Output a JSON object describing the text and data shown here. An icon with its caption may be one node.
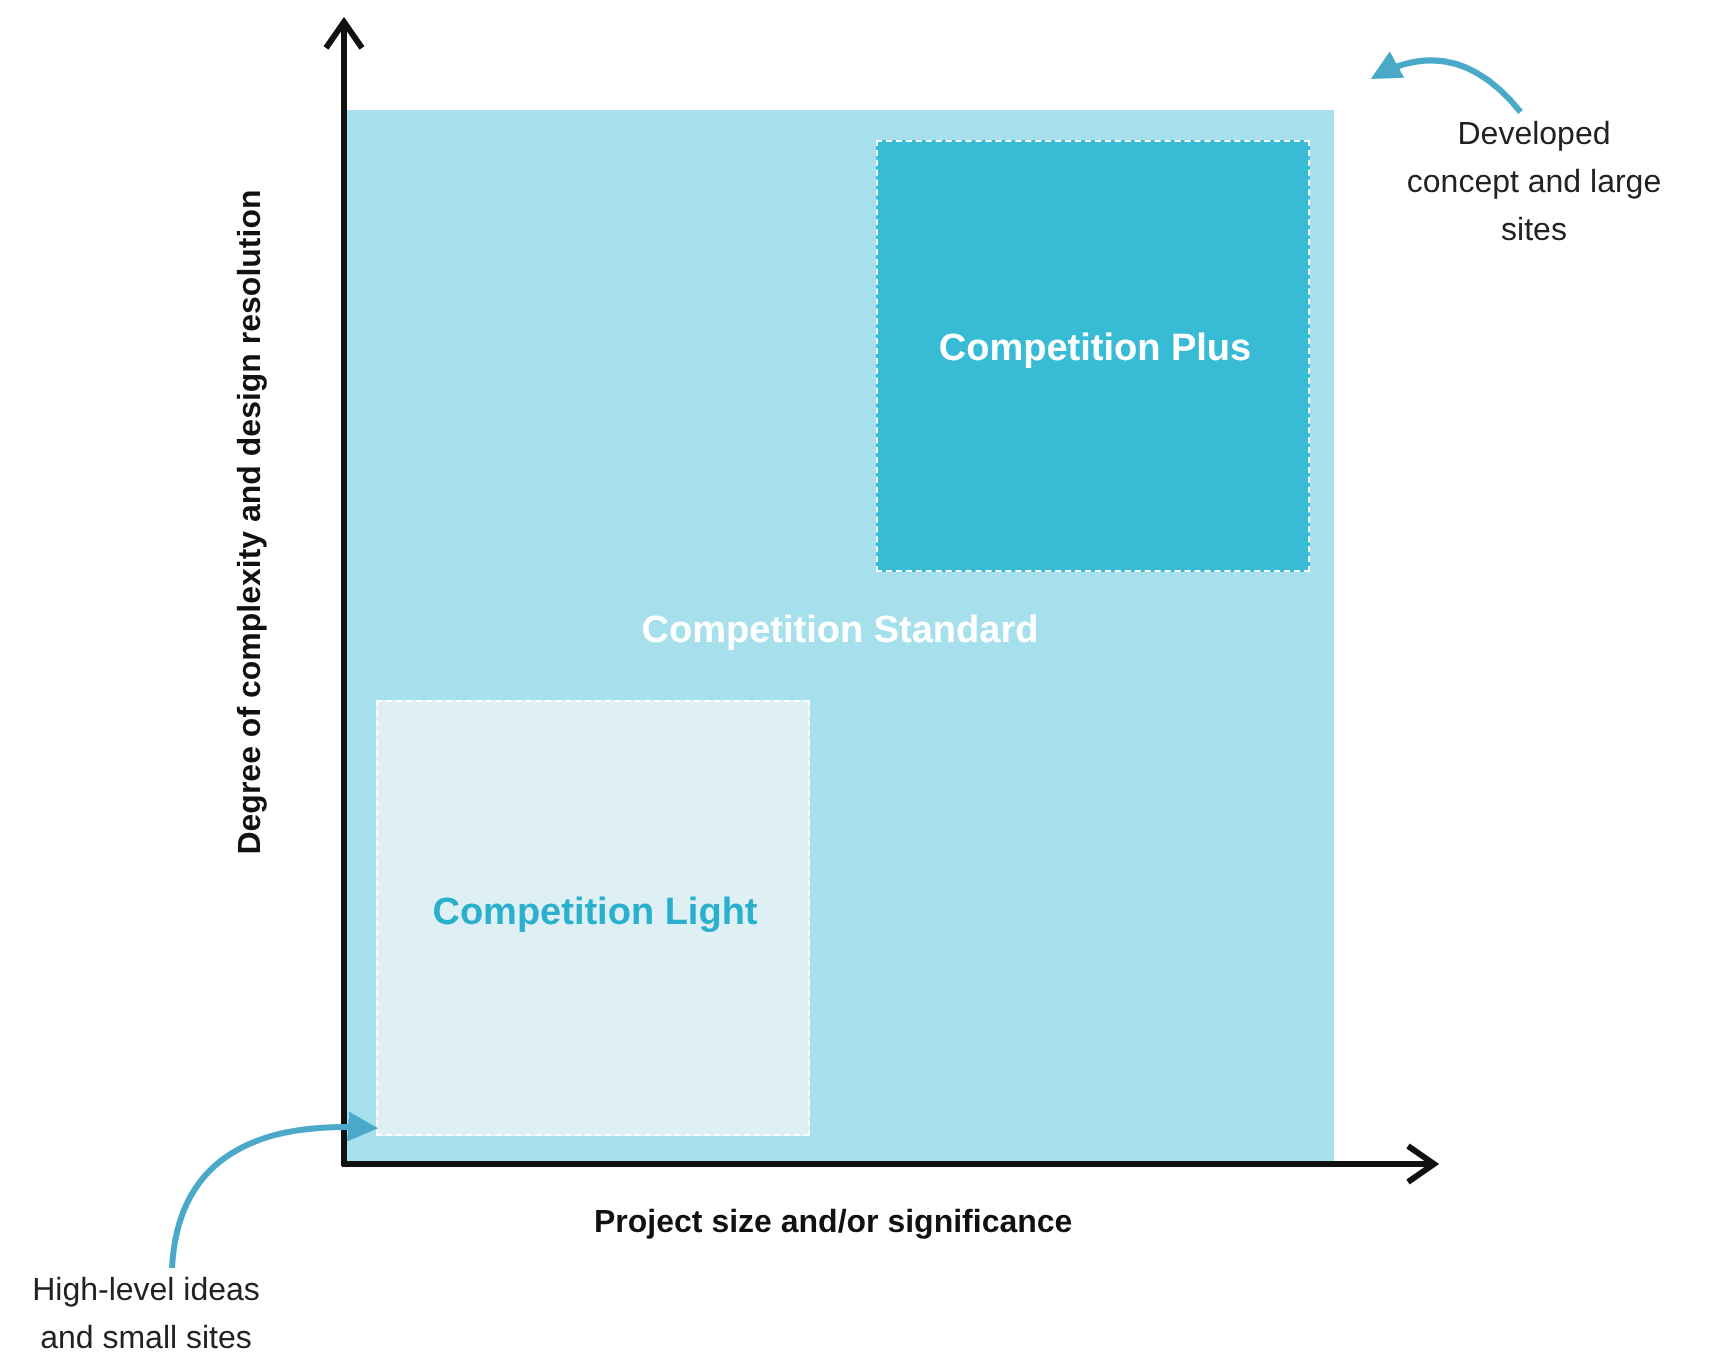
{
  "diagram": {
    "nodes": [
      {
        "text": [
          "Competition Standard"
        ]
      },
      {
        "text": [
          "Competition Plus"
        ],
        "in": 0
      },
      {
        "text": [
          "Competition Light"
        ],
        "in": 0
      },
      {
        "text": [
          "Developed concept and large sites"
        ]
      },
      {
        "text": [
          "High-level ideas and small sites"
        ]
      }
    ],
    "edges": [
      {
        "from": 3,
        "to": null,
        "arrow": "to",
        "color": "#4aa8c8"
      },
      {
        "from": 4,
        "to": 2,
        "arrow": "to",
        "color": "#4aa8c8"
      }
    ],
    "labels": [
      "Degree of complexity and design resolution",
      "Project size and/or significance"
    ]
  }
}
